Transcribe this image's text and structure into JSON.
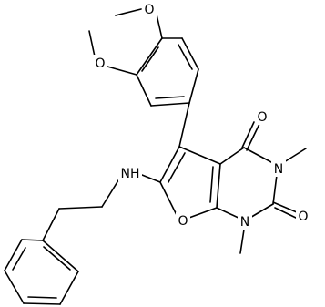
{
  "molecule": {
    "atom_labels": {
      "o_methoxy_top": "O",
      "o_methoxy_left": "O",
      "o_carbonyl_top": "O",
      "o_carbonyl_right": "O",
      "o_furan": "O",
      "n_amine": "NH",
      "n3": "N",
      "n1": "N"
    }
  }
}
